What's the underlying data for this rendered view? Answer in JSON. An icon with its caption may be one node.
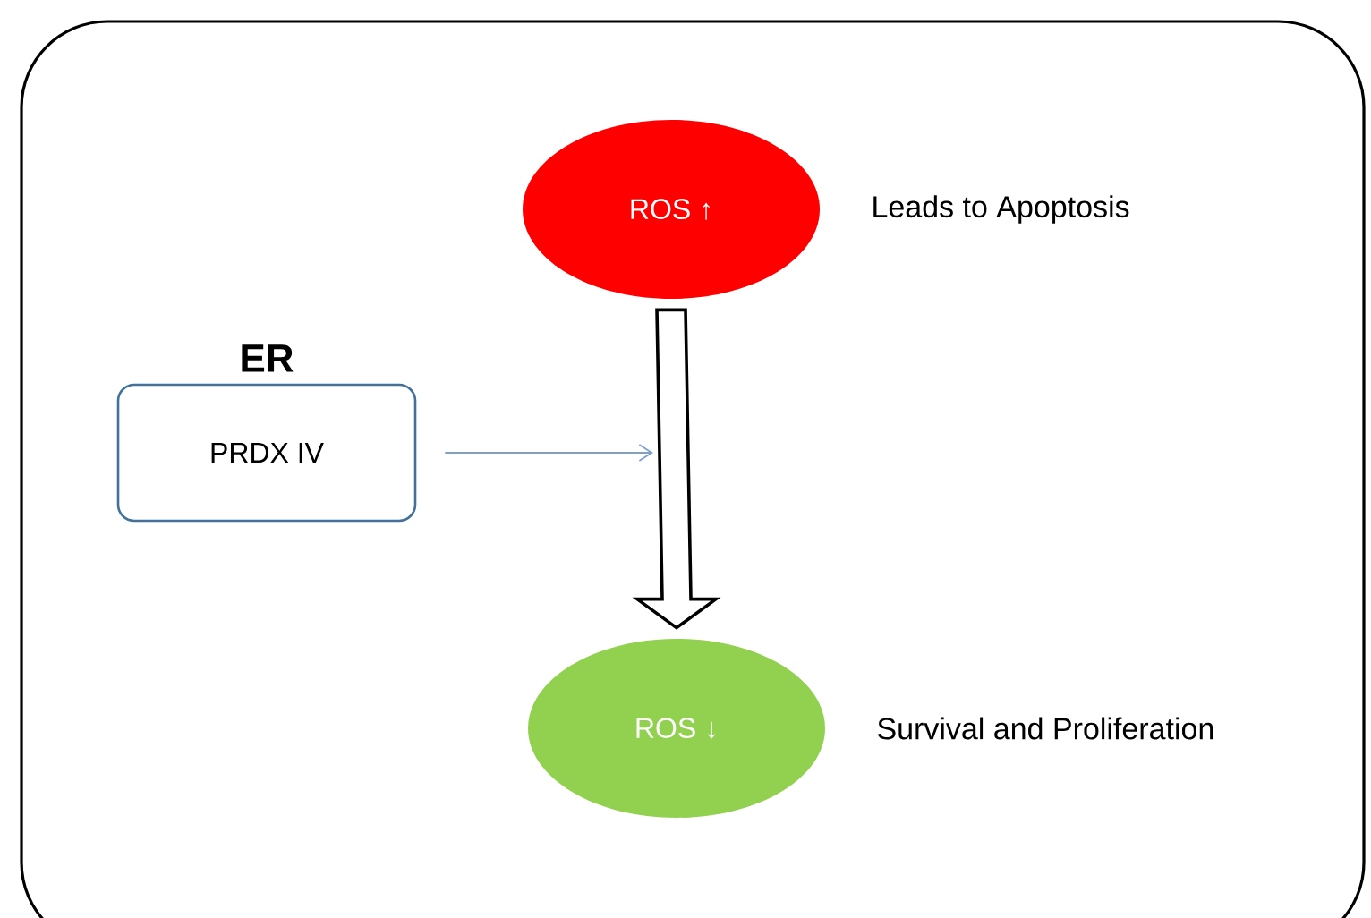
{
  "diagram": {
    "nodes": [
      {
        "text": [],
        "shape": "box"
      },
      {
        "text": [
          "ROS ↑"
        ],
        "in": 0,
        "beside": [
          "Leads to Apoptosis"
        ]
      },
      {
        "text": [
          "ER",
          "PRDX IV"
        ],
        "in": 0
      },
      {
        "text": [
          "ROS ↓"
        ],
        "in": 0,
        "beside": [
          "Survival and Proliferation"
        ]
      }
    ],
    "edges": [
      {
        "from": 1,
        "to": 3,
        "arrow": "to",
        "style": "thick"
      },
      {
        "from": 2,
        "to": null,
        "arrow": "to",
        "color": "#7f9fcf"
      }
    ]
  }
}
